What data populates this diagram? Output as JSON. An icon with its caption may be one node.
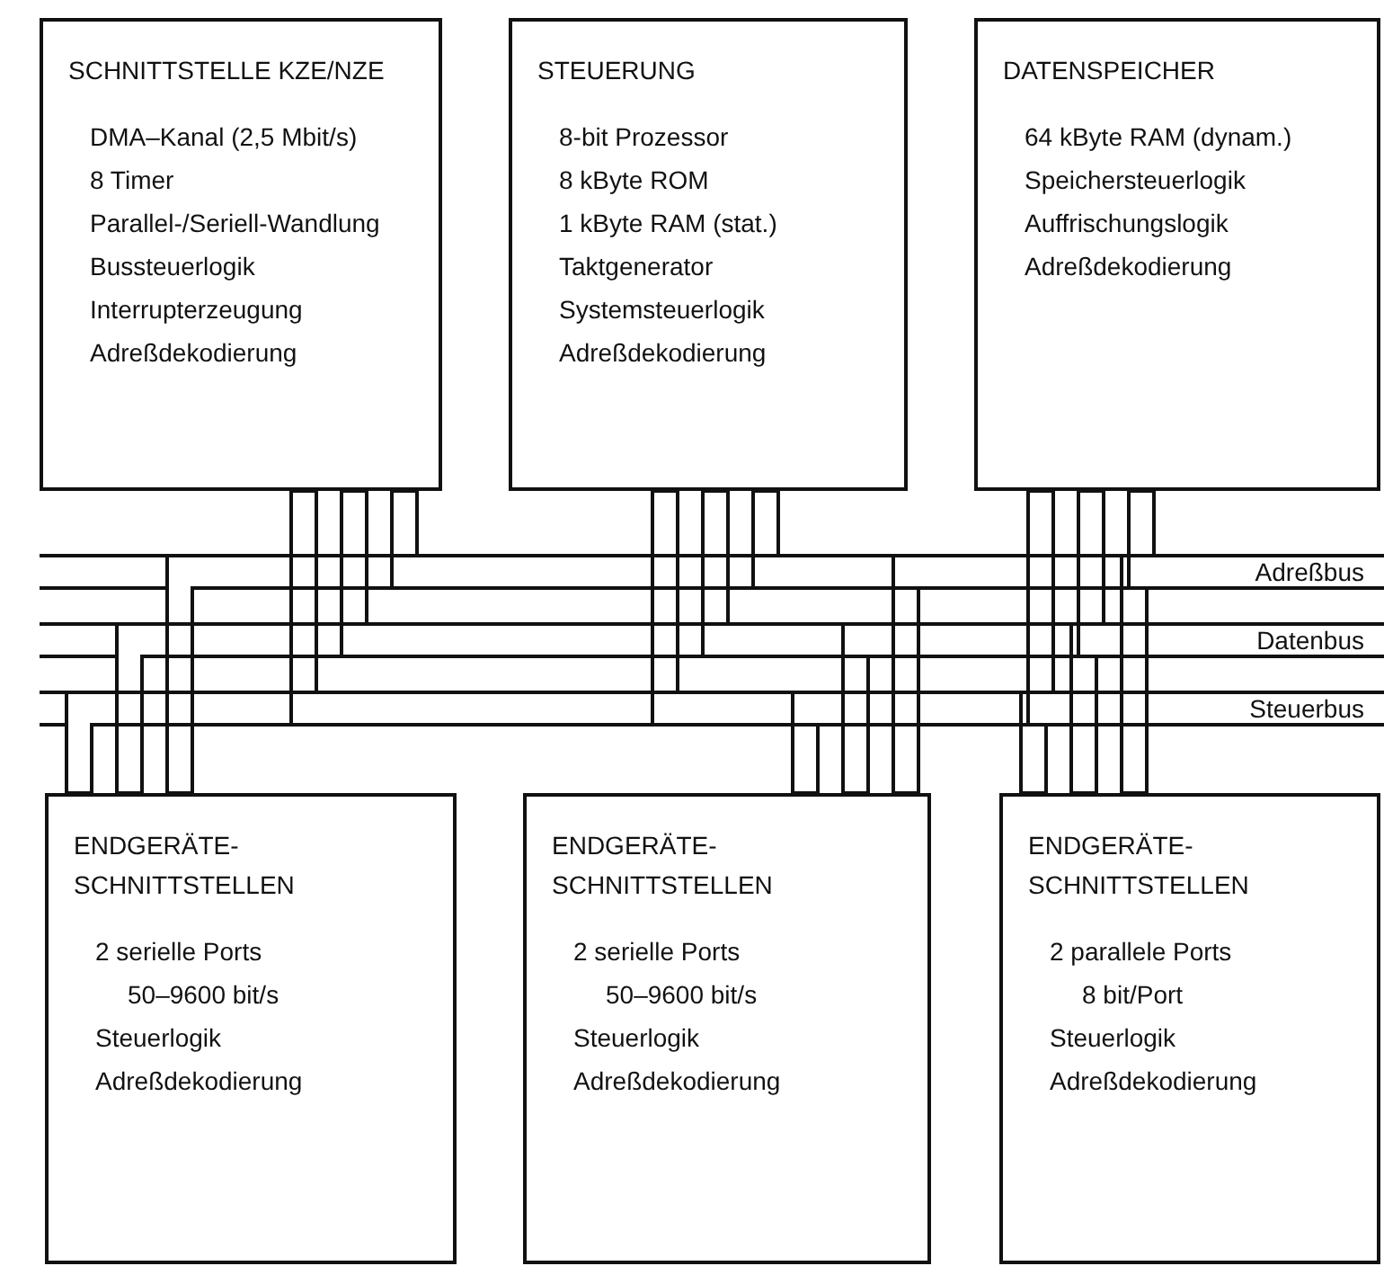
{
  "diagram": {
    "nodes": [
      {
        "text": [
          "SCHNITTSTELLE KZE/NZE",
          "DMA–Kanal (2,5 Mbit/s)",
          "8 Timer",
          "Parallel-/Seriell-Wandlung",
          "Bussteuerlogik",
          "Interrupterzeugung",
          "Adreßdekodierung"
        ]
      },
      {
        "text": [
          "STEUERUNG",
          "8-bit Prozessor",
          "8 kByte ROM",
          "1 kByte RAM (stat.)",
          "Taktgenerator",
          "Systemsteuerlogik",
          "Adreßdekodierung"
        ]
      },
      {
        "text": [
          "DATENSPEICHER",
          "64 kByte RAM (dynam.)",
          "Speichersteuerlogik",
          "Auffrischungslogik",
          "Adreßdekodierung"
        ]
      },
      {
        "text": [
          "Adreßbus"
        ]
      },
      {
        "text": [
          "Datenbus"
        ]
      },
      {
        "text": [
          "Steuerbus"
        ]
      },
      {
        "text": [
          "ENDGERÄTE- SCHNITTSTELLEN",
          "2 serielle Ports",
          "50–9600 bit/s",
          "Steuerlogik",
          "Adreßdekodierung"
        ]
      },
      {
        "text": [
          "ENDGERÄTE- SCHNITTSTELLEN",
          "2 serielle Ports",
          "50–9600 bit/s",
          "Steuerlogik",
          "Adreßdekodierung"
        ]
      },
      {
        "text": [
          "ENDGERÄTE- SCHNITTSTELLEN",
          "2 parallele Ports",
          "8 bit/Port",
          "Steuerlogik",
          "Adreßdekodierung"
        ]
      }
    ],
    "edges": [
      {
        "from": 0,
        "to": 3,
        "arrow": "none"
      },
      {
        "from": 0,
        "to": 4,
        "arrow": "none"
      },
      {
        "from": 0,
        "to": 5,
        "arrow": "none"
      },
      {
        "from": 1,
        "to": 3,
        "arrow": "none"
      },
      {
        "from": 1,
        "to": 4,
        "arrow": "none"
      },
      {
        "from": 1,
        "to": 5,
        "arrow": "none"
      },
      {
        "from": 2,
        "to": 3,
        "arrow": "none"
      },
      {
        "from": 2,
        "to": 4,
        "arrow": "none"
      },
      {
        "from": 2,
        "to": 5,
        "arrow": "none"
      },
      {
        "from": 6,
        "to": 3,
        "arrow": "none"
      },
      {
        "from": 6,
        "to": 4,
        "arrow": "none"
      },
      {
        "from": 6,
        "to": 5,
        "arrow": "none"
      },
      {
        "from": 7,
        "to": 3,
        "arrow": "none"
      },
      {
        "from": 7,
        "to": 4,
        "arrow": "none"
      },
      {
        "from": 7,
        "to": 5,
        "arrow": "none"
      },
      {
        "from": 8,
        "to": 3,
        "arrow": "none"
      },
      {
        "from": 8,
        "to": 4,
        "arrow": "none"
      },
      {
        "from": 8,
        "to": 5,
        "arrow": "none"
      }
    ]
  }
}
